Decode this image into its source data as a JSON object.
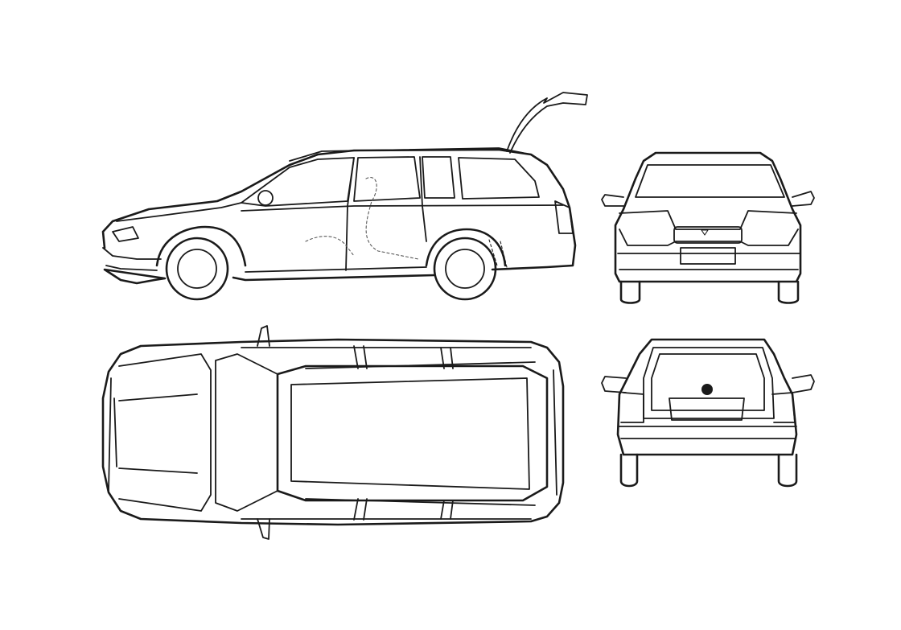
{
  "drawing": {
    "views": [
      {
        "view": "side",
        "component": "side-view"
      },
      {
        "view": "rear-closed",
        "component": "rear-view-upper"
      },
      {
        "view": "top",
        "component": "top-view"
      },
      {
        "view": "rear-open",
        "component": "rear-view-lower"
      }
    ]
  },
  "colors": {
    "line": "#1a1a1a",
    "guide": "#9aa4b0",
    "paper": "#ffffff"
  }
}
